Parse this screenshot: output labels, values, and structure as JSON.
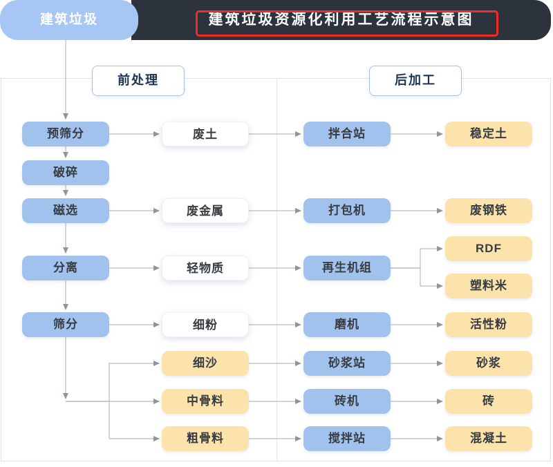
{
  "header": {
    "tab_label": "建筑垃圾",
    "title": "建筑垃圾资源化利用工艺流程示意图"
  },
  "sections": [
    {
      "id": "pre",
      "label": "前处理"
    },
    {
      "id": "post",
      "label": "后加工"
    }
  ],
  "colors": {
    "header_bg": "#2c333d",
    "title_text": "#ffffff",
    "title_highlight": "#ee2e24",
    "tab_bg": "#a6c7f3",
    "process_blue": "#a2c2ee",
    "product_yellow": "#fbe3ab",
    "material_white": "#ffffff",
    "section_label_text": "#1d3356",
    "section_label_border": "#a3c1ee",
    "connector_line": "#b6bac2",
    "connector_arrow": "#8f959e",
    "panel_border": "#e0e1ec",
    "node_text": "#373c43"
  },
  "nodes": [
    {
      "id": "pre_screen",
      "label": "预筛分",
      "type": "process",
      "col": "1",
      "row": "r1"
    },
    {
      "id": "crush",
      "label": "破碎",
      "type": "process",
      "col": "1",
      "row": "r2"
    },
    {
      "id": "magnetic",
      "label": "磁选",
      "type": "process",
      "col": "1",
      "row": "r3"
    },
    {
      "id": "separate",
      "label": "分离",
      "type": "process",
      "col": "1",
      "row": "r4"
    },
    {
      "id": "screen",
      "label": "筛分",
      "type": "process",
      "col": "1",
      "row": "r5"
    },
    {
      "id": "waste_soil",
      "label": "废土",
      "type": "material",
      "col": "2",
      "row": "r1"
    },
    {
      "id": "waste_metal",
      "label": "废金属",
      "type": "material",
      "col": "2",
      "row": "r3"
    },
    {
      "id": "light_material",
      "label": "轻物质",
      "type": "material",
      "col": "2",
      "row": "r4"
    },
    {
      "id": "fine_powder",
      "label": "细粉",
      "type": "material",
      "col": "2",
      "row": "r5"
    },
    {
      "id": "fine_sand",
      "label": "细沙",
      "type": "product",
      "col": "2",
      "row": "r6"
    },
    {
      "id": "medium_aggregate",
      "label": "中骨料",
      "type": "product",
      "col": "2",
      "row": "r7"
    },
    {
      "id": "coarse_aggregate",
      "label": "粗骨料",
      "type": "product",
      "col": "2",
      "row": "r8"
    },
    {
      "id": "mixing_station",
      "label": "拌合站",
      "type": "process",
      "col": "3",
      "row": "r1"
    },
    {
      "id": "baler",
      "label": "打包机",
      "type": "process",
      "col": "3",
      "row": "r3"
    },
    {
      "id": "regen_unit",
      "label": "再生机组",
      "type": "process",
      "col": "3",
      "row": "r4"
    },
    {
      "id": "mill",
      "label": "磨机",
      "type": "process",
      "col": "3",
      "row": "r5"
    },
    {
      "id": "mortar_station",
      "label": "砂浆站",
      "type": "process",
      "col": "3",
      "row": "r6"
    },
    {
      "id": "brick_machine",
      "label": "砖机",
      "type": "process",
      "col": "3",
      "row": "r7"
    },
    {
      "id": "concrete_station",
      "label": "搅拌站",
      "type": "process",
      "col": "3",
      "row": "r8"
    },
    {
      "id": "stabilized_soil",
      "label": "稳定土",
      "type": "product",
      "col": "4",
      "row": "r1"
    },
    {
      "id": "waste_steel",
      "label": "废钢铁",
      "type": "product",
      "col": "4",
      "row": "r3"
    },
    {
      "id": "rdf",
      "label": "RDF",
      "type": "product",
      "col": "4",
      "row": "r4a"
    },
    {
      "id": "plastic_pellets",
      "label": "塑料米",
      "type": "product",
      "col": "4",
      "row": "r4b"
    },
    {
      "id": "active_powder",
      "label": "活性粉",
      "type": "product",
      "col": "4",
      "row": "r5"
    },
    {
      "id": "mortar",
      "label": "砂浆",
      "type": "product",
      "col": "4",
      "row": "r6"
    },
    {
      "id": "brick",
      "label": "砖",
      "type": "product",
      "col": "4",
      "row": "r7"
    },
    {
      "id": "concrete",
      "label": "混凝土",
      "type": "product",
      "col": "4",
      "row": "r8"
    }
  ],
  "edges": [
    {
      "from": "tab",
      "to": "pre_screen",
      "kind": "entry"
    },
    {
      "from": "pre_screen",
      "to": "crush",
      "kind": "v"
    },
    {
      "from": "crush",
      "to": "magnetic",
      "kind": "v"
    },
    {
      "from": "magnetic",
      "to": "separate",
      "kind": "v"
    },
    {
      "from": "separate",
      "to": "screen",
      "kind": "v"
    },
    {
      "from": "pre_screen",
      "to": "waste_soil",
      "kind": "h"
    },
    {
      "from": "magnetic",
      "to": "waste_metal",
      "kind": "h"
    },
    {
      "from": "separate",
      "to": "light_material",
      "kind": "h"
    },
    {
      "from": "screen",
      "to": "fine_powder",
      "kind": "h"
    },
    {
      "from": "screen",
      "to": "medium_aggregate",
      "kind": "fork_screen_mid"
    },
    {
      "from": "screen",
      "to": "fine_sand",
      "kind": "fork_screen_side"
    },
    {
      "from": "screen",
      "to": "coarse_aggregate",
      "kind": "fork_screen_side"
    },
    {
      "from": "waste_soil",
      "to": "mixing_station",
      "kind": "h"
    },
    {
      "from": "waste_metal",
      "to": "baler",
      "kind": "h"
    },
    {
      "from": "light_material",
      "to": "regen_unit",
      "kind": "h"
    },
    {
      "from": "fine_powder",
      "to": "mill",
      "kind": "h"
    },
    {
      "from": "fine_sand",
      "to": "mortar_station",
      "kind": "h"
    },
    {
      "from": "medium_aggregate",
      "to": "brick_machine",
      "kind": "h"
    },
    {
      "from": "coarse_aggregate",
      "to": "concrete_station",
      "kind": "h"
    },
    {
      "from": "mixing_station",
      "to": "stabilized_soil",
      "kind": "h"
    },
    {
      "from": "baler",
      "to": "waste_steel",
      "kind": "h"
    },
    {
      "from": "regen_unit",
      "to": "rdf",
      "kind": "fork_right"
    },
    {
      "from": "regen_unit",
      "to": "plastic_pellets",
      "kind": "fork_right"
    },
    {
      "from": "mill",
      "to": "active_powder",
      "kind": "h"
    },
    {
      "from": "mortar_station",
      "to": "mortar",
      "kind": "h"
    },
    {
      "from": "brick_machine",
      "to": "brick",
      "kind": "h"
    },
    {
      "from": "concrete_station",
      "to": "concrete",
      "kind": "h"
    }
  ]
}
